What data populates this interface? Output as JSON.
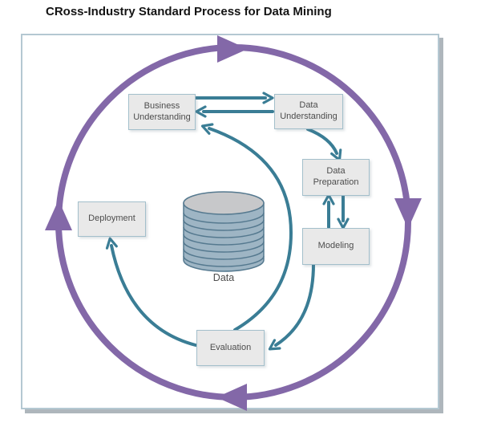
{
  "title": "CRoss-Industry Standard Process for Data Mining",
  "diagram": {
    "nodes": [
      {
        "id": "business-understanding",
        "label": "Business Understanding"
      },
      {
        "id": "data-understanding",
        "label": "Data Understanding"
      },
      {
        "id": "data-preparation",
        "label": "Data Preparation"
      },
      {
        "id": "modeling",
        "label": "Modeling"
      },
      {
        "id": "evaluation",
        "label": "Evaluation"
      },
      {
        "id": "deployment",
        "label": "Deployment"
      }
    ],
    "data_store_label": "Data",
    "outer_cycle": {
      "shape": "circle",
      "direction": "clockwise",
      "arrowheads": 4
    },
    "flows": [
      {
        "from": "Business Understanding",
        "to": "Data Understanding"
      },
      {
        "from": "Data Understanding",
        "to": "Business Understanding"
      },
      {
        "from": "Data Understanding",
        "to": "Data Preparation"
      },
      {
        "from": "Data Preparation",
        "to": "Modeling"
      },
      {
        "from": "Modeling",
        "to": "Data Preparation"
      },
      {
        "from": "Modeling",
        "to": "Evaluation"
      },
      {
        "from": "Evaluation",
        "to": "Business Understanding"
      },
      {
        "from": "Evaluation",
        "to": "Deployment"
      }
    ]
  },
  "colors": {
    "cycle_purple": "#8368A8",
    "arrow_teal": "#3A7D95",
    "node_fill": "#E9E9E9",
    "node_border": "#A3BFCB",
    "node_text": "#4D4D4D",
    "frame_border": "#B4C8D2",
    "frame_shadow": "#AEB6BC",
    "cylinder_body": "#9EB5C4",
    "cylinder_stripe": "#55798F",
    "cylinder_top": "#C7C8CA",
    "title_text": "#141414",
    "background": "#FFFFFF"
  }
}
